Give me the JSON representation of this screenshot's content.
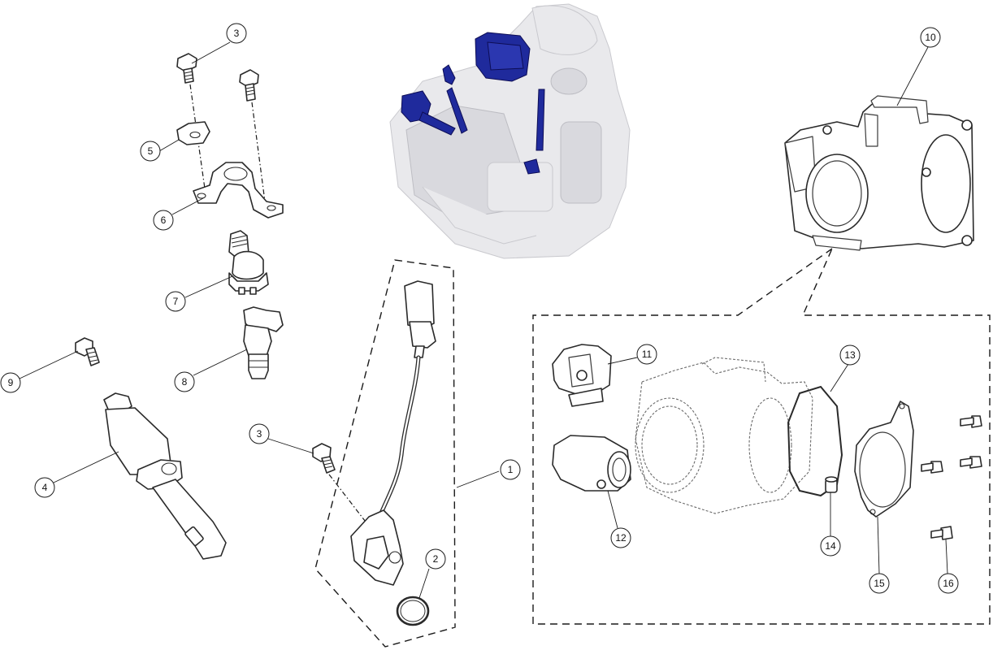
{
  "diagram": {
    "highlight_color": "#1f2a9c",
    "ghost_color": "#e6e6ea",
    "line_color": "#1a1a1a",
    "callouts": {
      "c1": "1",
      "c2": "2",
      "c3a": "3",
      "c3b": "3",
      "c4": "4",
      "c5": "5",
      "c6": "6",
      "c7": "7",
      "c8": "8",
      "c9": "9",
      "c10": "10",
      "c11": "11",
      "c12": "12",
      "c13": "13",
      "c14": "14",
      "c15": "15",
      "c16": "16"
    }
  }
}
